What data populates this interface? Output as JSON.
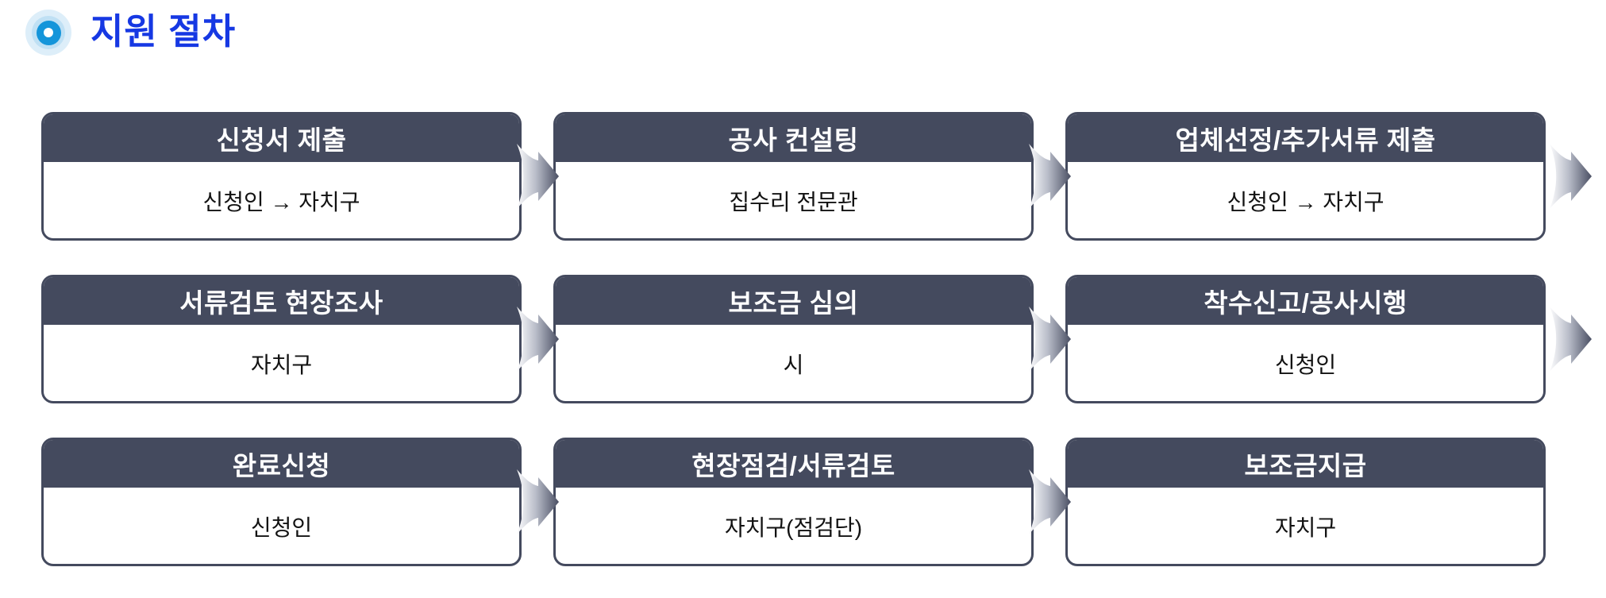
{
  "page": {
    "title": "지원 절차"
  },
  "colors": {
    "title_blue": "#1638e3",
    "bullet_icon_blue": "#1495da",
    "bullet_icon_light_blue": "#bfe0f4",
    "box_header_navy": "#444a5e",
    "box_border_navy": "#444a5e",
    "arrow_gradient_start": "#fdfdfe",
    "arrow_gradient_end": "#4a4f63"
  },
  "steps": [
    {
      "title": "신청서 제출",
      "body": "신청인 → 자치구"
    },
    {
      "title": "공사 컨설팅",
      "body": "집수리 전문관"
    },
    {
      "title": "업체선정/추가서류 제출",
      "body": "신청인 → 자치구"
    },
    {
      "title": "서류검토 현장조사",
      "body": "자치구"
    },
    {
      "title": "보조금 심의",
      "body": "시"
    },
    {
      "title": "착수신고/공사시행",
      "body": "신청인"
    },
    {
      "title": "완료신청",
      "body": "신청인"
    },
    {
      "title": "현장점검/서류검토",
      "body": "자치구(점검단)"
    },
    {
      "title": "보조금지급",
      "body": "자치구"
    }
  ]
}
